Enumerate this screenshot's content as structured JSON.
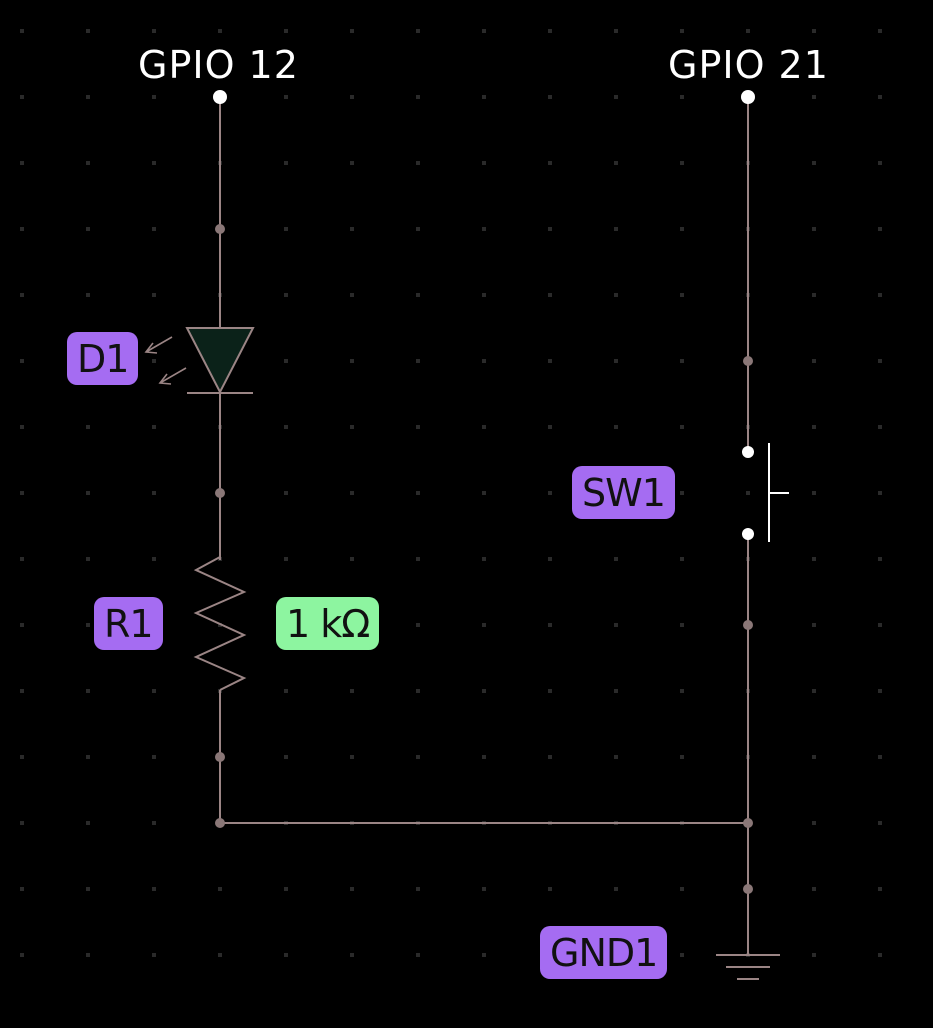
{
  "colors": {
    "background": "#000000",
    "grid_dot": "#2a2a2a",
    "wire": "#9b8585",
    "junction": "#8a7777",
    "pin": "#ffffff",
    "label_purple": "#a56cf2",
    "label_green": "#8df5a0",
    "led_fill": "#0b2219",
    "symbol_stroke": "#9b8585"
  },
  "nets": {
    "gpio12": "GPIO 12",
    "gpio21": "GPIO 21"
  },
  "components": {
    "d1": {
      "ref": "D1",
      "icon": "led-icon"
    },
    "r1": {
      "ref": "R1",
      "value": "1 kΩ",
      "icon": "resistor-icon"
    },
    "sw1": {
      "ref": "SW1",
      "icon": "pushbutton-icon"
    },
    "gnd1": {
      "ref": "GND1",
      "icon": "ground-icon"
    }
  }
}
